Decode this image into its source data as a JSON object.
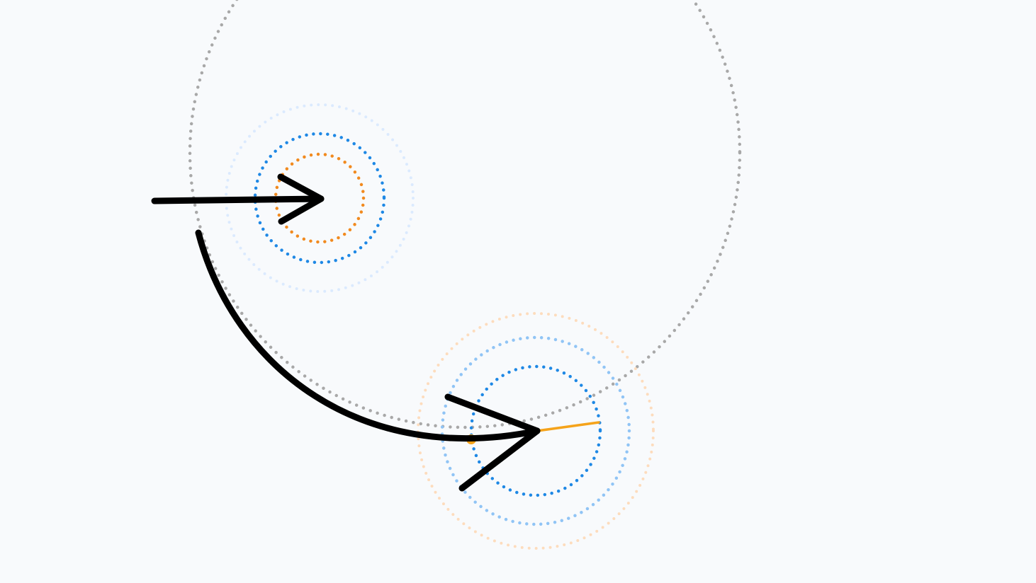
{
  "diagram": {
    "kind": "arrow-binding-guides",
    "colors": {
      "background": "#f8fafc",
      "arrow_stroke": "#000000",
      "guide_gray": "#a8a8a8",
      "guide_blue": "#1e88e5",
      "guide_blue_light": "#90c4f5",
      "guide_blue_faint": "#dbeafe",
      "guide_orange": "#f18a1f",
      "guide_orange_faint": "#fddcbd",
      "handle_orange": "#f5a31a"
    },
    "elements": {
      "large_guide": {
        "style": "dotted",
        "color_key": "guide_gray"
      },
      "top_target": {
        "rings": [
          "guide_blue_faint",
          "guide_blue",
          "guide_orange"
        ]
      },
      "bottom_target": {
        "rings": [
          "guide_orange_faint",
          "guide_blue_light",
          "guide_blue"
        ]
      },
      "straight_arrow": {
        "icon": "arrow-right-icon"
      },
      "curved_arrow": {
        "icon": "curved-arrow-icon"
      },
      "rotation_handle": {
        "icon": "handle-line-icon",
        "color_key": "handle_orange"
      }
    }
  }
}
